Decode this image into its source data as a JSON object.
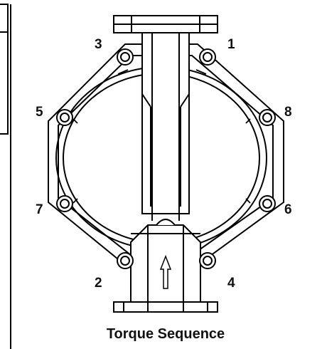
{
  "diagram": {
    "caption": "Torque Sequence",
    "bolt_labels": [
      "1",
      "2",
      "3",
      "4",
      "5",
      "6",
      "7",
      "8"
    ]
  }
}
